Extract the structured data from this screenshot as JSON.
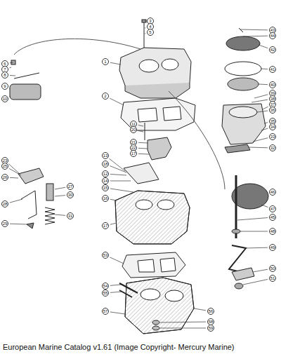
{
  "diagram": {
    "caption": "European Marine Catalog v1.61 (Image Copyright- Mercury Marine)",
    "labels": [
      "3",
      "4",
      "5",
      "6",
      "7",
      "8",
      "9",
      "10",
      "1",
      "2",
      "43",
      "44",
      "42",
      "41",
      "40",
      "39",
      "38",
      "37",
      "36",
      "35",
      "34",
      "33",
      "32",
      "11",
      "20",
      "21",
      "22",
      "17",
      "13",
      "18",
      "23",
      "25",
      "26",
      "27",
      "28",
      "29",
      "30",
      "31",
      "12",
      "14",
      "15",
      "16",
      "17",
      "46",
      "47",
      "45",
      "48",
      "49",
      "50",
      "51",
      "53",
      "54",
      "55",
      "57",
      "56",
      "58",
      "59"
    ]
  }
}
